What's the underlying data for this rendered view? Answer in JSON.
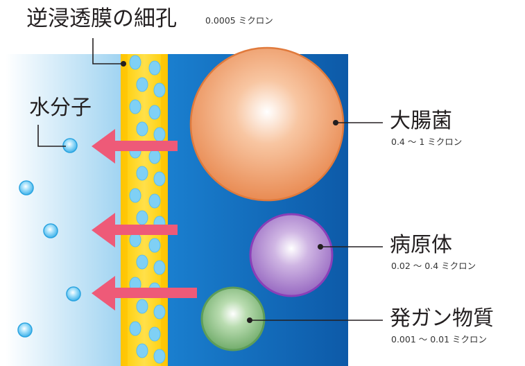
{
  "title": {
    "text": "逆浸透膜の細孔",
    "size": "0.0005 ミクロン"
  },
  "water": {
    "label": "水分子"
  },
  "items": [
    {
      "name": "大腸菌",
      "size": "0.4 ～ 1 ミクロン",
      "color": "#f0a77a"
    },
    {
      "name": "病原体",
      "size": "0.02 ～ 0.4 ミクロン",
      "color": "#b38fd0"
    },
    {
      "name": "発ガン物質",
      "size": "0.001 ～ 0.01 ミクロン",
      "color": "#8fc48a"
    }
  ],
  "colors": {
    "clean_water": "#bfe3f6",
    "membrane": "#ffd21a",
    "raw_water": "#1574c2",
    "arrow": "#ee5a78",
    "molecule": "#7fd0f5"
  }
}
